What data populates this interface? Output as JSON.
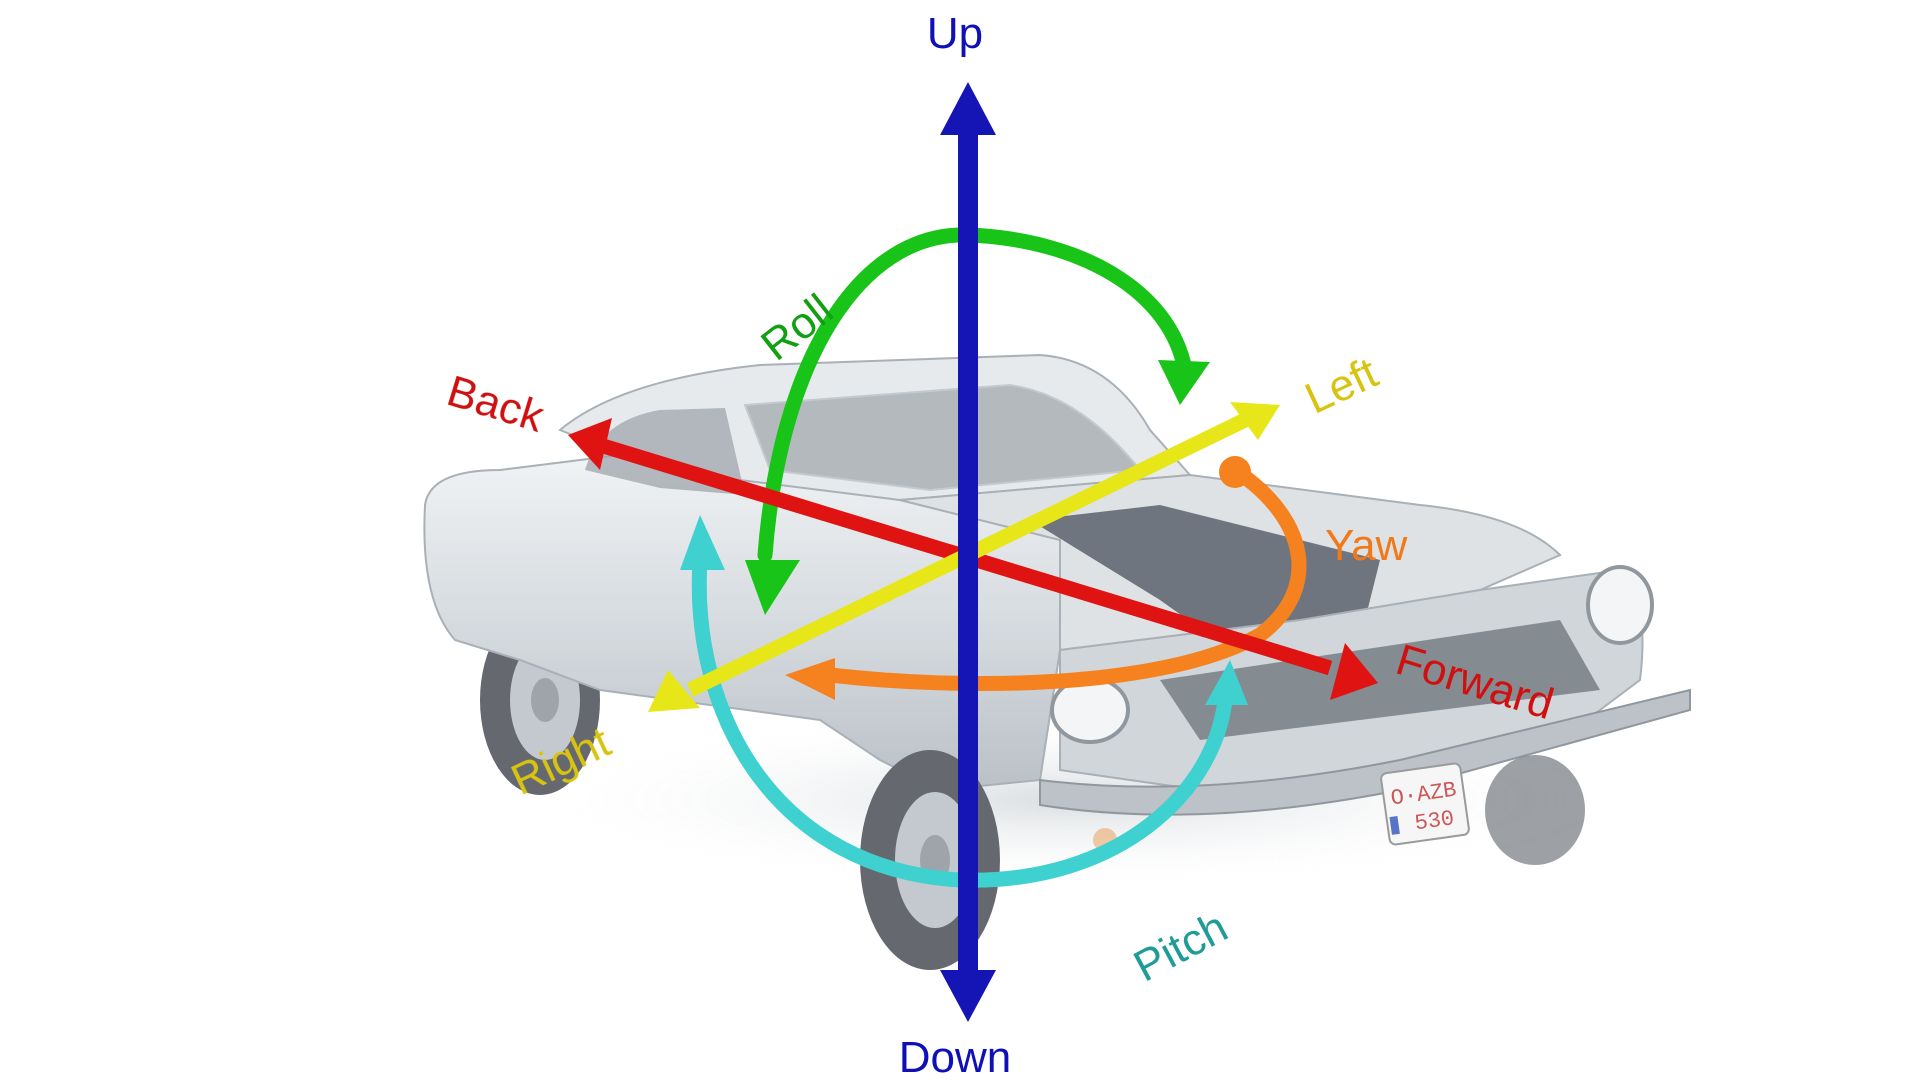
{
  "labels": {
    "up": "Up",
    "down": "Down",
    "back": "Back",
    "forward": "Forward",
    "left": "Left",
    "right": "Right",
    "roll": "Roll",
    "yaw": "Yaw",
    "pitch": "Pitch"
  },
  "plate": {
    "line1": "O·AZB",
    "line2": "530"
  },
  "colors": {
    "vertical_axis": "#1515b5",
    "longitudinal_axis": "#e01313",
    "lateral_axis": "#e6e618",
    "roll": "#18c418",
    "yaw": "#f5821f",
    "pitch": "#3fd0d0",
    "car_body": "#d5dade",
    "car_stripe": "#3d4752",
    "label_up_down": "#1010b8",
    "label_back_forward": "#d01010",
    "label_left_right": "#d8c410",
    "label_roll": "#12a012",
    "label_yaw": "#f07a1a",
    "label_pitch": "#1f9c96"
  }
}
